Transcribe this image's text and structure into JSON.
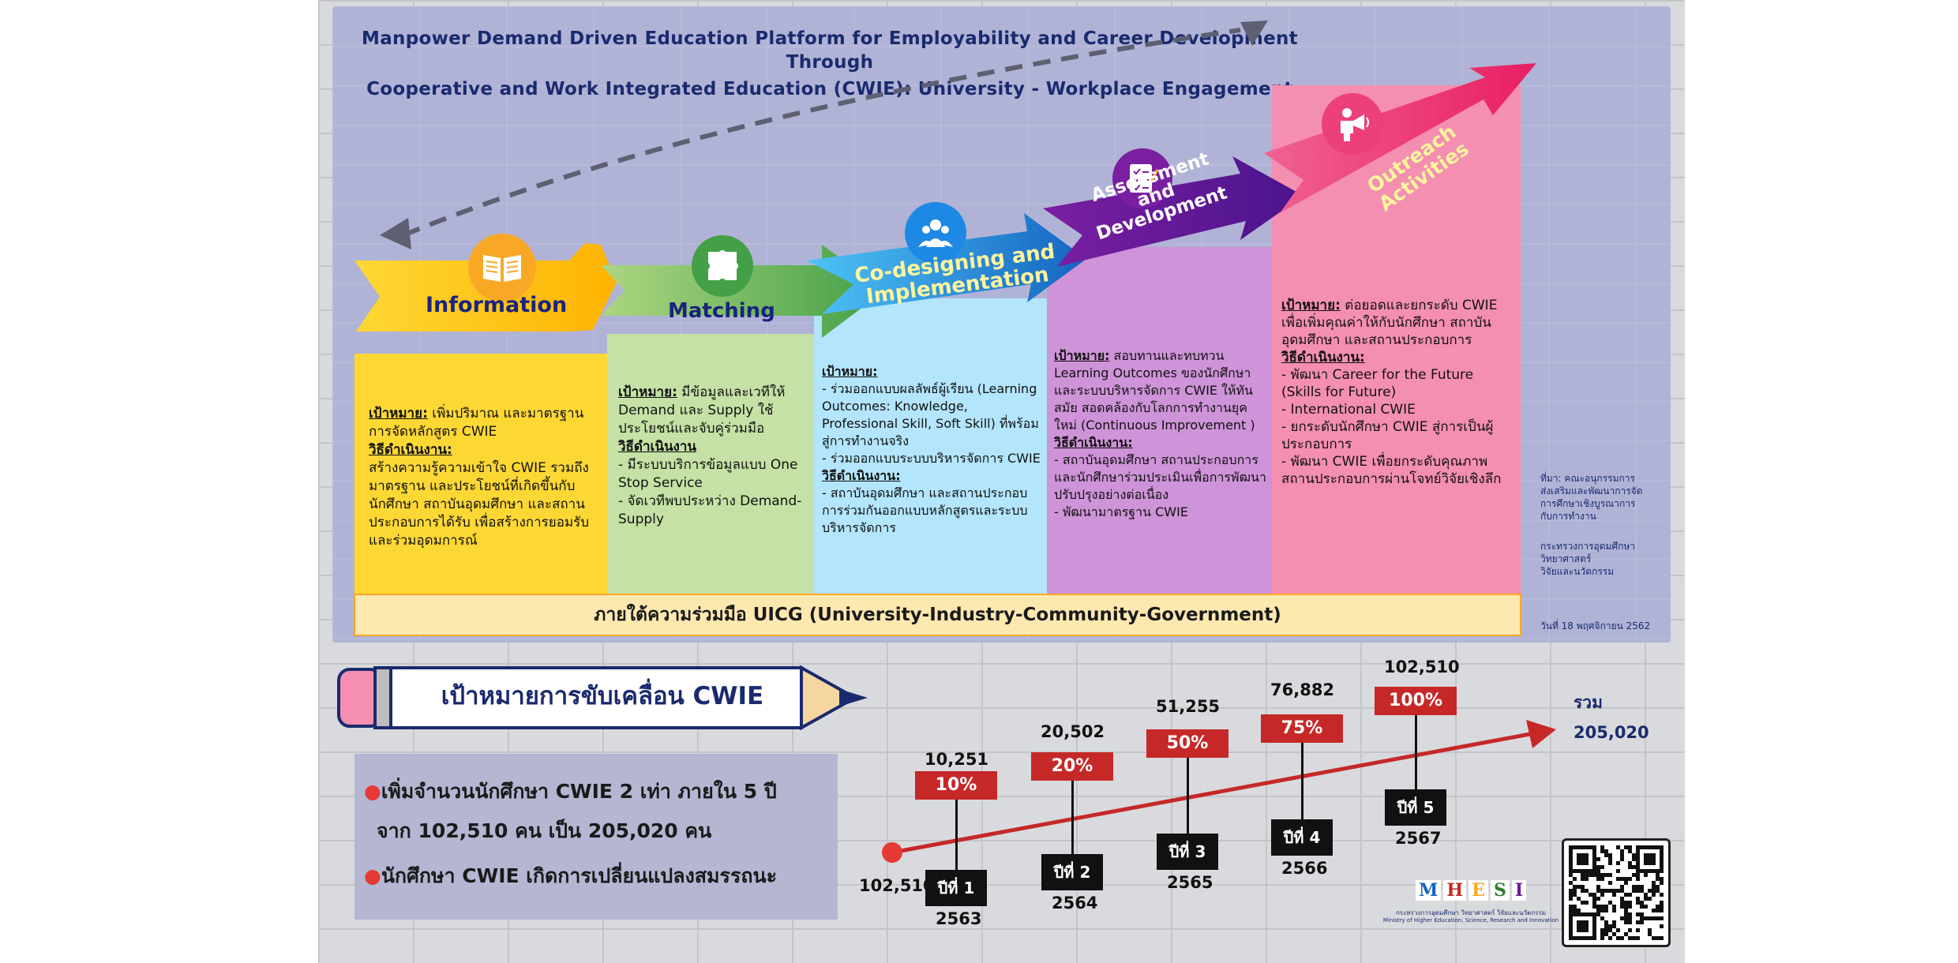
{
  "title": {
    "line1": "Manpower Demand Driven Education Platform for Employability and Career Development",
    "line2": "Through",
    "line3": "Cooperative and Work Integrated Education (CWIE): University - Workplace Engagement"
  },
  "stages": [
    {
      "label": "Information",
      "icon": "book-icon"
    },
    {
      "label": "Matching",
      "icon": "puzzle-icon"
    },
    {
      "label_line1": "Co-designing and",
      "label_line2": "Implementation",
      "icon": "people-icon"
    },
    {
      "label_line1": "Assessment",
      "label_line2": "and",
      "label_line3": "Development",
      "icon": "checklist-icon"
    },
    {
      "label_line1": "Outreach",
      "label_line2": "Activities",
      "icon": "megaphone-icon"
    }
  ],
  "columns": [
    {
      "goal_label": "เป้าหมาย:",
      "goal_text": " เพิ่มปริมาณ และมาตรฐานการจัดหลักสูตร CWIE",
      "method_label": "วิธีดำเนินงาน:",
      "method_text": "สร้างความรู้ความเข้าใจ CWIE รวมถึงมาตรฐาน และประโยชน์ที่เกิดขึ้นกับนักศึกษา สถาบันอุดมศึกษา และสถานประกอบการได้รับ เพื่อสร้างการยอมรับและร่วมอุดมการณ์"
    },
    {
      "goal_label": "เป้าหมาย:",
      "goal_text": " มีข้อมูลและเวทีให้ Demand และ Supply ใช้ประโยชน์และจับคู่ร่วมมือ",
      "method_label": "วิธีดำเนินงาน",
      "method_items": [
        "- มีระบบบริการข้อมูลแบบ One Stop Service",
        "- จัดเวทีพบประหว่าง Demand-Supply"
      ]
    },
    {
      "goal_label": "เป้าหมาย:",
      "goal_items": [
        "- ร่วมออกแบบผลลัพธ์ผู้เรียน (Learning Outcomes: Knowledge, Professional Skill, Soft Skill) ที่พร้อมสู่การทำงานจริง",
        "- ร่วมออกแบบระบบบริหารจัดการ CWIE"
      ],
      "method_label": "วิธีดำเนินงาน:",
      "method_items": [
        "- สถาบันอุดมศึกษา และสถานประกอบการร่วมกันออกแบบหลักสูตรและระบบบริหารจัดการ"
      ]
    },
    {
      "goal_label": "เป้าหมาย:",
      "goal_text": " สอบทานและทบทวน Learning Outcomes ของนักศึกษาและระบบบริหารจัดการ CWIE ให้ทันสมัย สอดคล้องกับโลกการทำงานยุคใหม่ (Continuous Improvement )",
      "method_label": "วิธีดำเนินงาน:",
      "method_items": [
        "- สถาบันอุดมศึกษา สถานประกอบการและนักศึกษาร่วมประเมินเพื่อการพัฒนาปรับปรุงอย่างต่อเนื่อง",
        "- พัฒนามาตรฐาน CWIE"
      ]
    },
    {
      "goal_label": "เป้าหมาย:",
      "goal_text": " ต่อยอดและยกระดับ CWIE เพื่อเพิ่มคุณค่าให้กับนักศึกษา สถาบันอุดมศึกษา และสถานประกอบการ",
      "method_label": "วิธีดำเนินงาน:",
      "method_items": [
        "- พัฒนา Career for the Future (Skills for Future)",
        "- International CWIE",
        "- ยกระดับนักศึกษา CWIE สู่การเป็นผู้ประกอบการ",
        "- พัฒนา CWIE เพื่อยกระดับคุณภาพสถานประกอบการผ่านโจทย์วิจัยเชิงลึก"
      ]
    }
  ],
  "side_note": {
    "line1": "ที่มา: คณะอนุกรรมการ",
    "line2": "ส่งเสริมและพัฒนาการจัด",
    "line3": "การศึกษาเชิงบูรณาการ",
    "line4": "กับการทำงาน",
    "line5": "กระทรวงการอุดมศึกษา",
    "line6": "วิทยาศาสตร์",
    "line7": "วิจัยและนวัตกรรม",
    "date": "วันที่ 18 พฤศจิกายน 2562"
  },
  "uicg_bar": "ภายใต้ความร่วมมือ UICG (University-Industry-Community-Government)",
  "pencil_title": "เป้าหมายการขับเคลื่อน CWIE",
  "bullets": [
    {
      "line1": "เพิ่มจำนวนนักศึกษา CWIE 2 เท่า ภายใน 5 ปี",
      "line2": "จาก 102,510 คน เป็น 205,020 คน"
    },
    {
      "line1": "นักศึกษา CWIE เกิดการเปลี่ยนแปลงสมรรถนะ"
    }
  ],
  "chart_data": {
    "type": "line",
    "start_value": "102,510",
    "total_label": "รวม",
    "total_value": "205,020",
    "points": [
      {
        "value": "10,251",
        "percent": "10%",
        "year_label": "ปีที่ 1",
        "year": "2563"
      },
      {
        "value": "20,502",
        "percent": "20%",
        "year_label": "ปีที่ 2",
        "year": "2564"
      },
      {
        "value": "51,255",
        "percent": "50%",
        "year_label": "ปีที่ 3",
        "year": "2565"
      },
      {
        "value": "76,882",
        "percent": "75%",
        "year_label": "ปีที่ 4",
        "year": "2566"
      },
      {
        "value": "102,510",
        "percent": "100%",
        "year_label": "ปีที่ 5",
        "year": "2567"
      }
    ]
  },
  "logo": {
    "letters": [
      "M",
      "H",
      "E",
      "S",
      "I"
    ],
    "caption1": "กระทรวงการอุดมศึกษา วิทยาศาสตร์ วิจัยและนวัตกรรม",
    "caption2": "Ministry of Higher Education, Science, Research and Innovation"
  },
  "colors": {
    "navy": "#1a2a6e",
    "yellow": "#fdd835",
    "green": "#c5e1a5",
    "blue": "#b3e5fc",
    "purple": "#ce93d8",
    "pink": "#f48fb1",
    "red": "#c62828"
  }
}
